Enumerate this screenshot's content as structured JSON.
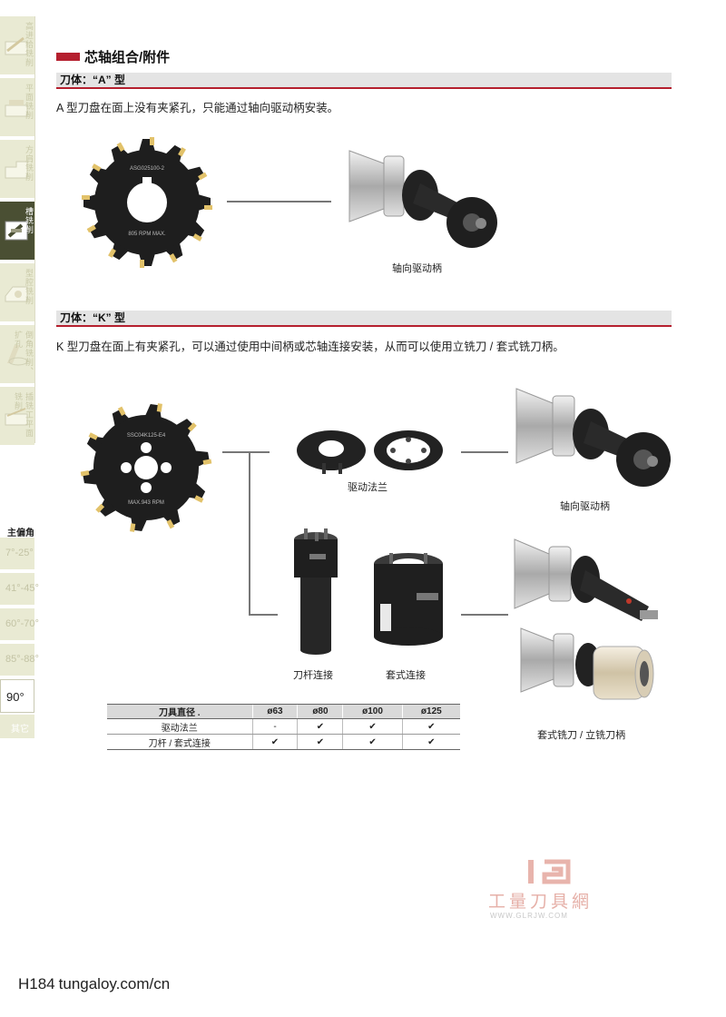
{
  "sidebar": {
    "tabs": [
      {
        "label": "高进给铣削",
        "active": false
      },
      {
        "label": "平面铣削",
        "active": false
      },
      {
        "label": "方肩铣削",
        "active": false
      },
      {
        "label": "槽铣削",
        "active": true
      },
      {
        "label": "型腔铣削",
        "active": false
      },
      {
        "label": "倒角铣削、扩孔",
        "active": false
      },
      {
        "label": "插铣工平面铣削",
        "active": false
      }
    ],
    "angle_title": "主偏角",
    "angles": [
      "7°-25°",
      "41°-45°",
      "60°-70°",
      "85°-88°",
      "90°",
      "其它"
    ],
    "active_angle": "90°"
  },
  "page": {
    "title": "芯轴组合/附件",
    "section_a": {
      "heading": "刀体：“A” 型",
      "description": "A 型刀盘在面上没有夹紧孔，只能通过轴向驱动柄安装。",
      "cutter_marking": "ASG025100-2",
      "cutter_rpm": "805 RPM MAX.",
      "holder_caption": "轴向驱动柄"
    },
    "section_k": {
      "heading": "刀体：“K” 型",
      "description": "K 型刀盘在面上有夹紧孔，可以通过使用中间柄或芯轴连接安装，从而可以使用立铣刀 / 套式铣刀柄。",
      "cutter_marking": "SSC04K125-E4",
      "cutter_rpm": "MAX.943 RPM",
      "flange_caption": "驱动法兰",
      "axial_caption": "轴向驱动柄",
      "shank_caption": "刀杆连接",
      "shell_caption": "套式连接",
      "endmill_caption": "套式铣刀 / 立铣刀柄"
    },
    "table": {
      "headers": [
        "刀具直径 .",
        "ø63",
        "ø80",
        "ø100",
        "ø125"
      ],
      "rows": [
        [
          "驱动法兰",
          "-",
          "✔",
          "✔",
          "✔"
        ],
        [
          "刀杆 / 套式连接",
          "✔",
          "✔",
          "✔",
          "✔"
        ]
      ]
    },
    "watermark": {
      "text": "工量刀具網",
      "url": "WWW.GLRJW.COM"
    },
    "footer": {
      "page_number": "H184",
      "url": "tungaloy.com/cn"
    }
  }
}
